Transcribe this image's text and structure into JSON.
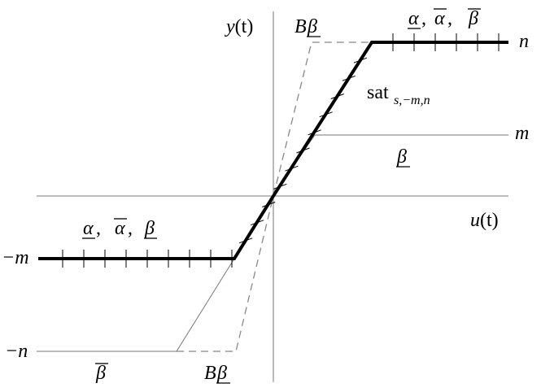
{
  "labels": {
    "y_axis": {
      "fn": "y",
      "arg": "(t)"
    },
    "u_axis": {
      "fn": "u",
      "arg": "(t)"
    },
    "n_right": "n",
    "m_right": "m",
    "minus_m": "−m",
    "minus_n": "−n",
    "sat_main": "sat",
    "sat_sub": "s,−m,n",
    "alpha": "α",
    "beta": "β",
    "B": "B",
    "comma": ","
  },
  "colors": {
    "line": "#000000",
    "dashed": "#888888",
    "thin": "#777777"
  }
}
